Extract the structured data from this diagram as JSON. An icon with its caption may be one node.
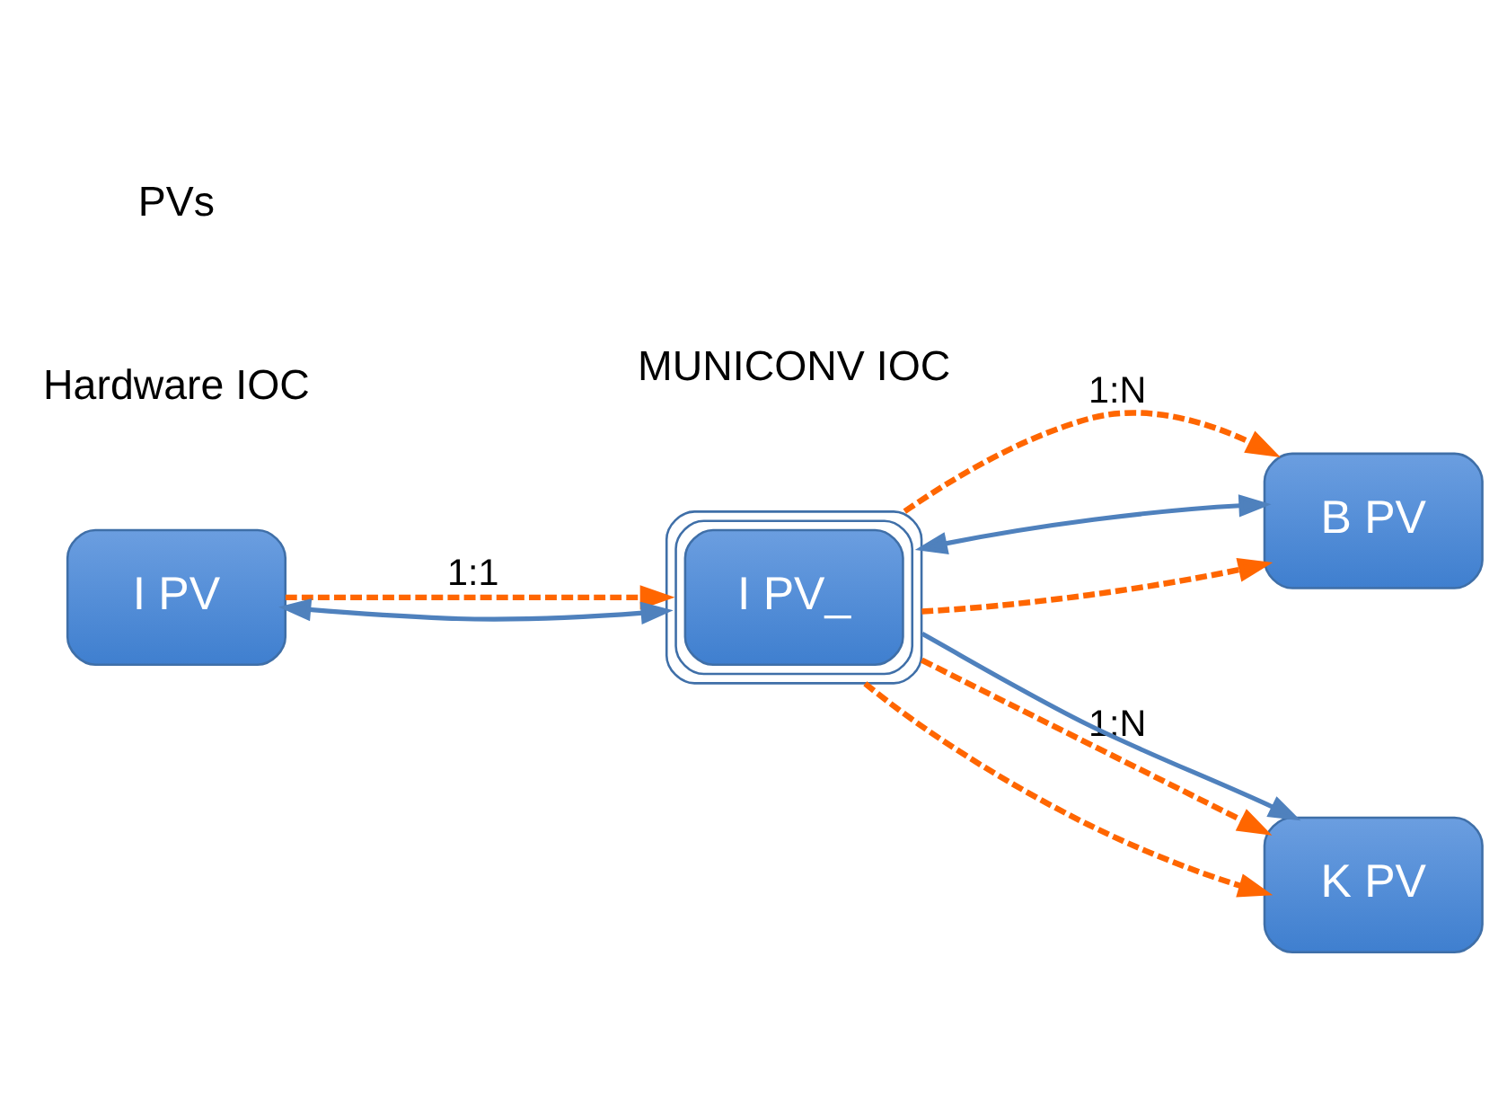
{
  "diagram": {
    "nodes": [
      {
        "text": [
          "B PV"
        ]
      },
      {
        "text": [
          "I PV_"
        ]
      },
      {
        "text": [
          "K PV"
        ]
      },
      {
        "text": [
          "I PV"
        ]
      }
    ],
    "edges": [
      {
        "from": 3,
        "to": 1,
        "arrow": "to",
        "label": "1:1",
        "style": "dashed",
        "color": "#ff6600"
      },
      {
        "from": 1,
        "to": 0,
        "arrow": "to",
        "label": "1:N",
        "style": "dashed",
        "color": "#ff6600"
      },
      {
        "from": 1,
        "to": 0,
        "arrow": "to",
        "style": "dashed",
        "color": "#ff6600"
      },
      {
        "from": 1,
        "to": 2,
        "arrow": "to",
        "label": "1:N",
        "style": "dashed",
        "color": "#ff6600"
      },
      {
        "from": 1,
        "to": 2,
        "arrow": "to",
        "style": "dashed",
        "color": "#ff6600"
      },
      {
        "from": 1,
        "to": 3,
        "arrow": "both",
        "color": "#4f81bd"
      },
      {
        "from": 1,
        "to": 0,
        "arrow": "both",
        "color": "#4f81bd"
      },
      {
        "from": 1,
        "to": 2,
        "arrow": "to",
        "color": "#4f81bd"
      }
    ],
    "labels": [
      "Hardware IOC",
      "MUNICONV IOC",
      "PVs"
    ]
  }
}
